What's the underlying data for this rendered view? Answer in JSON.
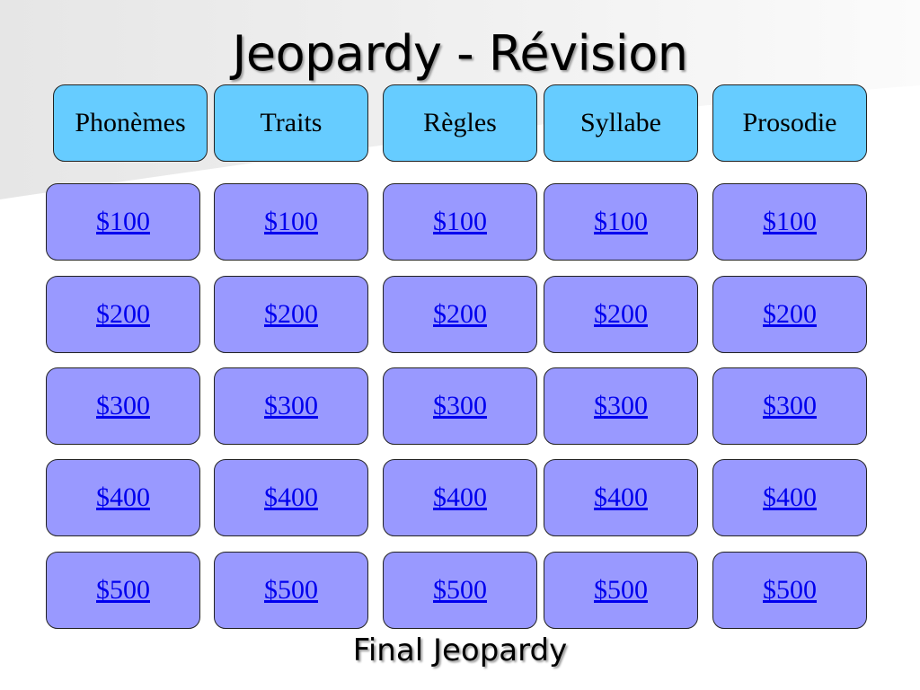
{
  "title": "Jeopardy - Révision",
  "categories": [
    "Phonèmes",
    "Traits",
    "Règles",
    "Syllabe",
    "Prosodie"
  ],
  "values": [
    "$100",
    "$200",
    "$300",
    "$400",
    "$500"
  ],
  "final": "Final Jeopardy",
  "colors": {
    "category_bg": "#66ccff",
    "value_bg": "#9999ff",
    "link": "#0000ee"
  }
}
